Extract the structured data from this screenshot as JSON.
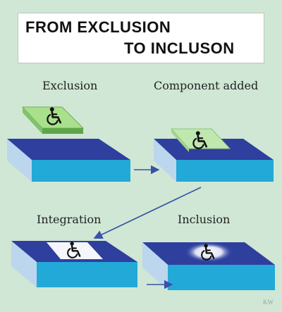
{
  "title": {
    "line1": "FROM EXCLUSION",
    "line2": "TO INCLUSON"
  },
  "stages": [
    {
      "label": "Exclusion",
      "icon": "wheelchair-icon"
    },
    {
      "label": "Component added",
      "icon": "wheelchair-icon"
    },
    {
      "label": "Integration",
      "icon": "wheelchair-icon"
    },
    {
      "label": "Inclusion",
      "icon": "wheelchair-icon"
    }
  ],
  "credit": "KW",
  "colors": {
    "background": "#cfe7d4",
    "slab_top": "#2e3f9e",
    "slab_front": "#22a9d8",
    "slab_side": "#bcd6ee",
    "component": "#a9e08c",
    "arrow": "#3852a6"
  }
}
